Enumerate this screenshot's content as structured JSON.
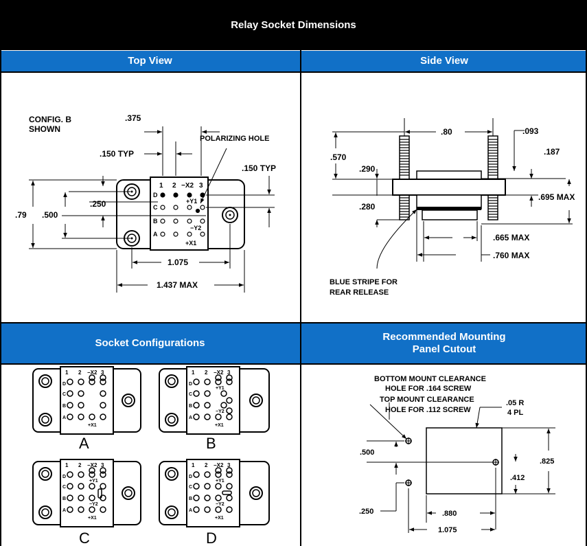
{
  "title": "Relay Socket Dimensions",
  "headers": {
    "top_view": "Top View",
    "side_view": "Side View",
    "socket_configs": "Socket Configurations",
    "mounting_line1": "Recommended Mounting",
    "mounting_line2": "Panel Cutout"
  },
  "top_view": {
    "config_line1": "CONFIG. B",
    "config_line2": "SHOWN",
    "dim_375": ".375",
    "dim_150_typ_left": ".150 TYP",
    "polarizing_hole": "POLARIZING HOLE",
    "dim_150_typ_right": ".150 TYP",
    "dim_79": ".79",
    "dim_500": ".500",
    "dim_250": ".250",
    "dim_1075": "1.075",
    "dim_1437": "1.437 MAX",
    "col_labels": [
      "1",
      "2",
      "−X2",
      "3"
    ],
    "row_labels": [
      "D",
      "C",
      "B",
      "A"
    ],
    "pin_y1": "+Y1",
    "pin_y2": "−Y2",
    "pin_x1": "+X1"
  },
  "side_view": {
    "dim_80": ".80",
    "dim_093": ".093",
    "dim_187": ".187",
    "dim_570": ".570",
    "dim_290": ".290",
    "dim_280": ".280",
    "dim_695": ".695 MAX",
    "dim_665": ".665 MAX",
    "dim_760": ".760 MAX",
    "note_line1": "BLUE STRIPE FOR",
    "note_line2": "REAR RELEASE"
  },
  "socket_configs": {
    "labels": [
      "A",
      "B",
      "C",
      "D"
    ],
    "col_labels": [
      "1",
      "2",
      "−X2",
      "3"
    ],
    "row_labels": [
      "D",
      "C",
      "B",
      "A"
    ],
    "pin_y1": "+Y1",
    "pin_y2": "−Y2",
    "pin_x1": "+X1"
  },
  "mounting": {
    "bottom_line1": "BOTTOM MOUNT CLEARANCE",
    "bottom_line2": "HOLE FOR .164 SCREW",
    "top_line1": "TOP MOUNT CLEARANCE",
    "top_line2": "HOLE FOR .112 SCREW",
    "radius_line1": ".05 R",
    "radius_line2": "4 PL",
    "dim_500": ".500",
    "dim_825": ".825",
    "dim_412": ".412",
    "dim_250": ".250",
    "dim_880": ".880",
    "dim_1075": "1.075"
  }
}
